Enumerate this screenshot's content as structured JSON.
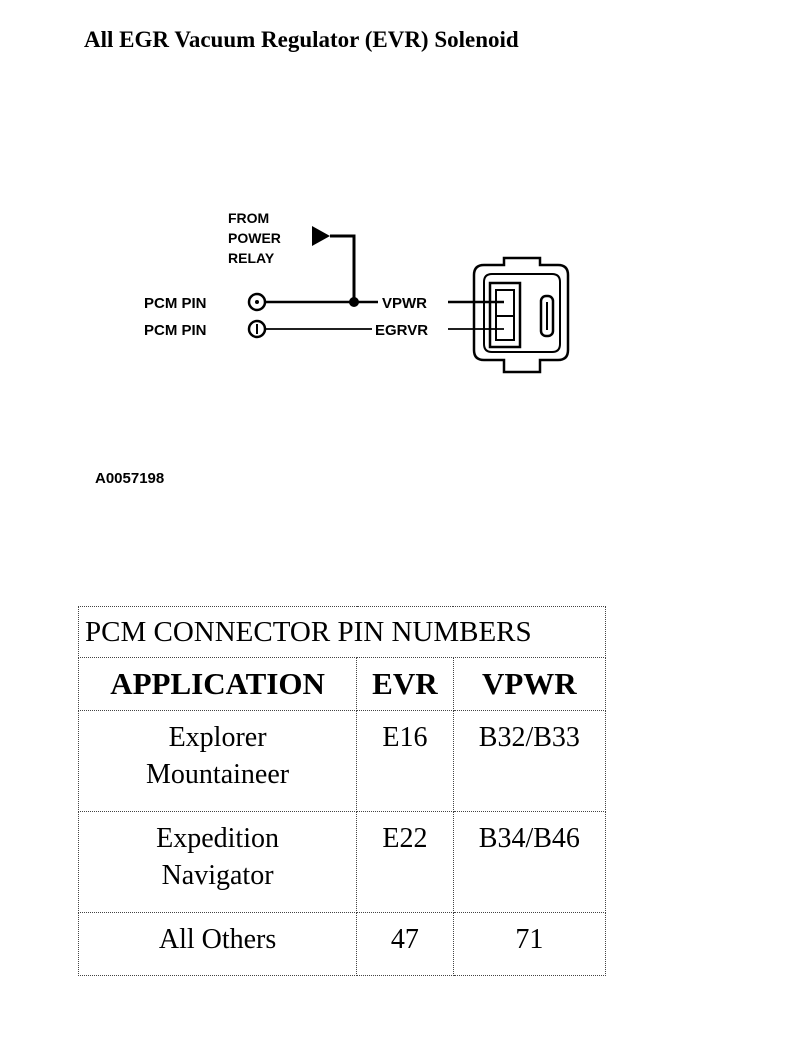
{
  "title": "All EGR Vacuum Regulator (EVR) Solenoid",
  "diagram": {
    "source_label": [
      "FROM",
      "POWER",
      "RELAY"
    ],
    "pcm_pin_labels": [
      "PCM PIN",
      "PCM PIN"
    ],
    "wire_labels": [
      "VPWR",
      "EGRVR"
    ],
    "figure_id": "A0057198"
  },
  "table": {
    "caption": "PCM CONNECTOR PIN NUMBERS",
    "headers": [
      "APPLICATION",
      "EVR",
      "VPWR"
    ],
    "rows": [
      {
        "application": [
          "Explorer",
          "Mountaineer"
        ],
        "evr": "E16",
        "vpwr": "B32/B33"
      },
      {
        "application": [
          "Expedition",
          "Navigator"
        ],
        "evr": "E22",
        "vpwr": "B34/B46"
      },
      {
        "application": [
          "All Others"
        ],
        "evr": "47",
        "vpwr": "71"
      }
    ]
  }
}
